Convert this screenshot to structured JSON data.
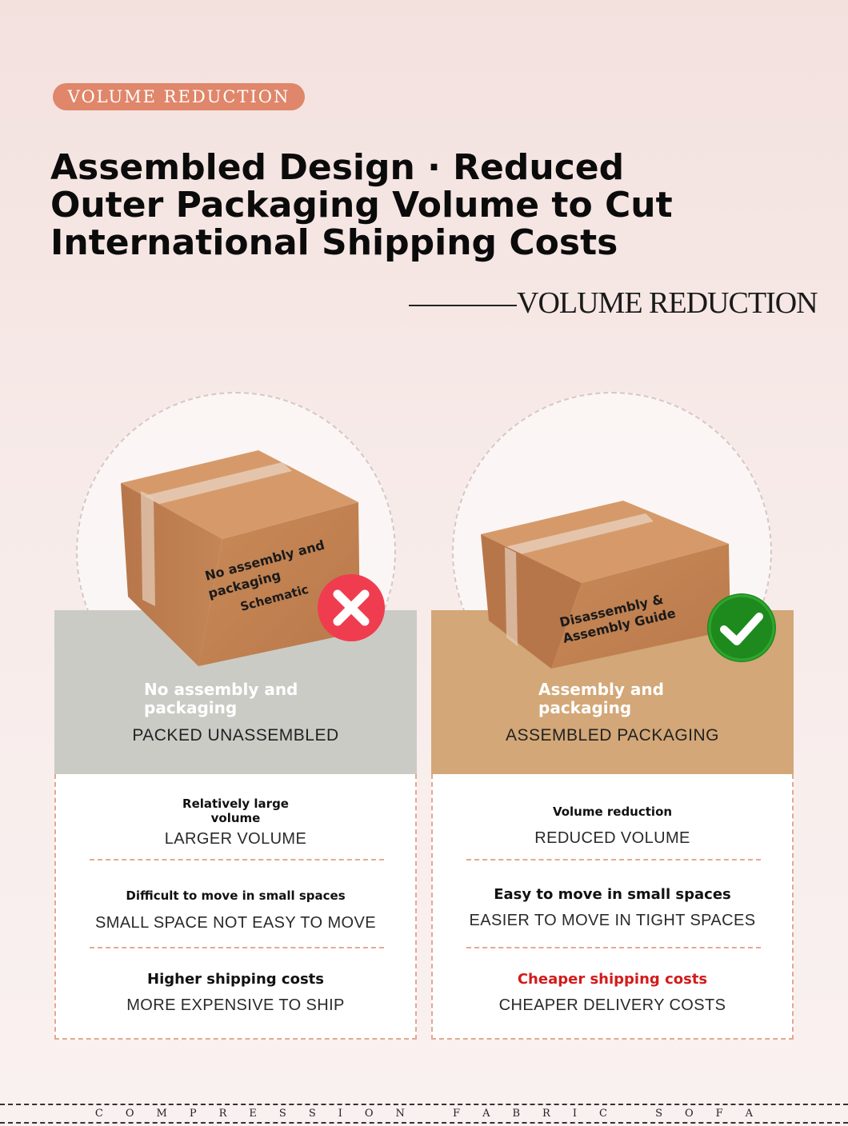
{
  "header": {
    "tag": "VOLUME REDUCTION",
    "headline_lines": [
      "Assembled Design · Reduced",
      "Outer Packaging Volume to Cut",
      "International Shipping Costs"
    ],
    "subtitle": "VOLUME REDUCTION"
  },
  "left": {
    "box_label_lines": [
      "No assembly and",
      "packaging",
      "Schematic"
    ],
    "panel_title_lines": [
      "No assembly and",
      "packaging"
    ],
    "panel_sub": "PACKED UNASSEMBLED",
    "badge": "cross-icon",
    "items": [
      {
        "title_lines": [
          "Relatively large",
          "volume"
        ],
        "sub": "LARGER VOLUME"
      },
      {
        "title_lines": [
          "Difficult to move in small spaces"
        ],
        "sub": "SMALL SPACE NOT EASY TO MOVE"
      },
      {
        "title_lines": [
          "Higher shipping costs"
        ],
        "sub": "MORE EXPENSIVE TO SHIP"
      }
    ]
  },
  "right": {
    "box_label_lines": [
      "Disassembly &",
      "Assembly Guide"
    ],
    "panel_title_lines": [
      "Assembly and",
      "packaging"
    ],
    "panel_sub": "ASSEMBLED PACKAGING",
    "badge": "check-icon",
    "items": [
      {
        "title_lines": [
          "Volume reduction"
        ],
        "sub": "REDUCED VOLUME"
      },
      {
        "title_lines": [
          "Easy to move in small spaces"
        ],
        "sub": "EASIER TO MOVE IN TIGHT SPACES"
      },
      {
        "title_lines": [
          "Cheaper shipping costs"
        ],
        "sub": "CHEAPER DELIVERY COSTS"
      }
    ]
  },
  "footer": {
    "letters": [
      "C",
      "O",
      "M",
      "P",
      "R",
      "E",
      "S",
      "S",
      "I",
      "O",
      "N",
      "",
      "F",
      "A",
      "B",
      "R",
      "I",
      "C",
      "",
      "S",
      "O",
      "F",
      "A"
    ]
  },
  "colors": {
    "pill": "#e0866a",
    "left_panel": "#cbcbc6",
    "right_panel": "#d3a777",
    "cross": "#ef3d4f",
    "check": "#1e8a1e",
    "highlight": "#d31b1b",
    "cardboard": "#c98e5e"
  }
}
